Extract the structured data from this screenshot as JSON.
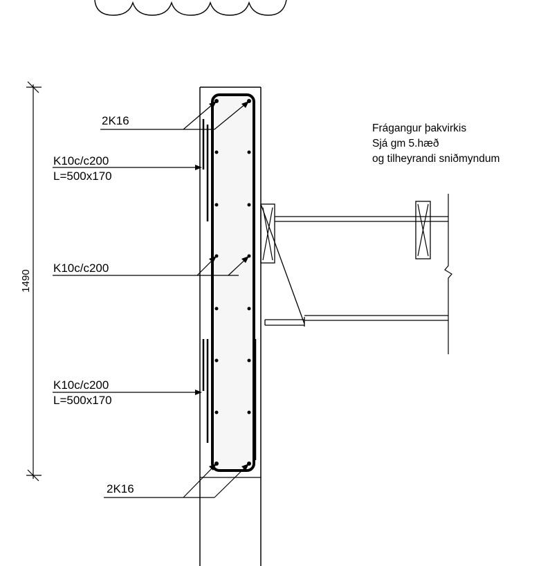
{
  "dimension": {
    "total": "1490"
  },
  "labels": {
    "top_bars": "2K16",
    "stirrup_top": "K10c/c200",
    "stirrup_top_shape": "L=500x170",
    "stirrup_mid": "K10c/c200",
    "stirrup_bottom": "K10c/c200",
    "stirrup_bottom_shape": "L=500x170",
    "bottom_bars": "2K16"
  },
  "note": {
    "line1": "Frágangur þakvirkis",
    "line2": "Sjá gm 5.hæð",
    "line3": "og tilheyrandi sniðmyndum"
  }
}
